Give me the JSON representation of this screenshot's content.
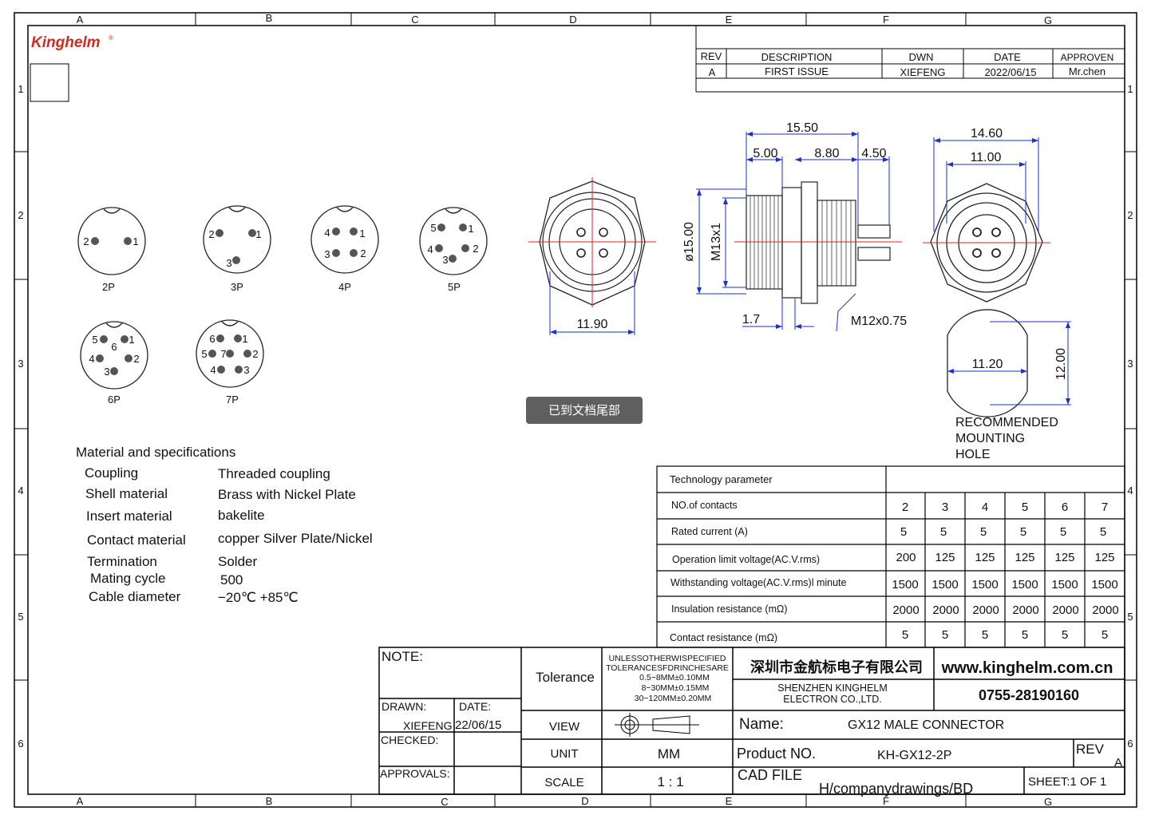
{
  "brand": {
    "logo_text": "Kinghelm",
    "registered": "®"
  },
  "border": {
    "cols_top": [
      "A",
      "B",
      "C",
      "D",
      "E",
      "F",
      "G"
    ],
    "cols_bottom": [
      "A",
      "B",
      "C",
      "D",
      "E",
      "F",
      "G"
    ],
    "rows": [
      "1",
      "2",
      "3",
      "4",
      "5",
      "6"
    ]
  },
  "revision_table": {
    "headers": [
      "REV",
      "DESCRIPTION",
      "DWN",
      "DATE",
      "APPROVEN"
    ],
    "row": [
      "A",
      "FIRST  ISSUE",
      "XIEFENG",
      "2022/06/15",
      "Mr.chen"
    ]
  },
  "pinouts": [
    {
      "label": "2P",
      "pins": [
        "2",
        "1"
      ]
    },
    {
      "label": "3P",
      "pins": [
        "2",
        "1",
        "3"
      ]
    },
    {
      "label": "4P",
      "pins": [
        "4",
        "1",
        "3",
        "2"
      ]
    },
    {
      "label": "5P",
      "pins": [
        "5",
        "1",
        "4",
        "2",
        "3"
      ]
    },
    {
      "label": "6P",
      "pins": [
        "5",
        "6",
        "1",
        "4",
        "2",
        "3"
      ]
    },
    {
      "label": "7P",
      "pins": [
        "6",
        "1",
        "5",
        "7",
        "2",
        "4",
        "3"
      ]
    }
  ],
  "dimensions": {
    "front_width": "11.90",
    "side_total": "15.50",
    "side_a": "5.00",
    "side_b": "8.80",
    "side_c": "4.50",
    "side_dia": "ø15.00",
    "side_thread": "M13x1",
    "side_flange": "1.7",
    "side_nut_thread": "M12x0.75",
    "rear_outer": "14.60",
    "rear_inner": "11.00",
    "hole_width": "11.20",
    "hole_height": "12.00"
  },
  "mounting_hole": [
    "RECOMMENDED",
    "MOUNTING",
    "HOLE"
  ],
  "toast": "已到文档尾部",
  "specs": {
    "title": "Material and specifications",
    "rows": [
      {
        "label": "Coupling",
        "value": "Threaded coupling"
      },
      {
        "label": "Shell material",
        "value": "Brass with Nickel  Plate"
      },
      {
        "label": "Insert material",
        "value": "bakelite"
      },
      {
        "label": "Contact material",
        "value": "copper Silver  Plate/Nickel"
      },
      {
        "label": "Termination",
        "value": "Solder"
      },
      {
        "label": "Mating cycle",
        "value": "500"
      },
      {
        "label": "Cable diameter",
        "value": "−20℃ +85℃"
      }
    ]
  },
  "tech_params": {
    "title": "Technology parameter",
    "rows": [
      {
        "label": "NO.of contacts",
        "values": [
          "2",
          "3",
          "4",
          "5",
          "6",
          "7"
        ]
      },
      {
        "label": "Rated current (A)",
        "values": [
          "5",
          "5",
          "5",
          "5",
          "5",
          "5"
        ]
      },
      {
        "label": "Operation limit voltage(AC.V.rms)",
        "values": [
          "200",
          "125",
          "125",
          "125",
          "125",
          "125"
        ]
      },
      {
        "label": "Withstanding voltage(AC.V.rms)l minute",
        "values": [
          "1500",
          "1500",
          "1500",
          "1500",
          "1500",
          "1500"
        ]
      },
      {
        "label": "Insulation resistance (mΩ)",
        "values": [
          "2000",
          "2000",
          "2000",
          "2000",
          "2000",
          "2000"
        ]
      },
      {
        "label": "Contact resistance (mΩ)",
        "values": [
          "5",
          "5",
          "5",
          "5",
          "5",
          "5"
        ]
      }
    ]
  },
  "title_block": {
    "note": "NOTE:",
    "tolerance_label": "Tolerance",
    "tolerance_lines": [
      "UNLESSOTHERWISPECIFIED",
      "TOLERANCESFDRINCHESARE",
      "0.5−8MM±0.10MM",
      "8−30MM±0.15MM",
      "30−120MM±0.20MM"
    ],
    "company_cn": "深圳市金航标电子有限公司",
    "website": "www.kinghelm.com.cn",
    "company_en_1": "SHENZHEN KINGHELM",
    "company_en_2": "ELECTRON CO.,LTD.",
    "phone": "0755-28190160",
    "drawn_label": "DRAWN:",
    "drawn_value": "XIEFENG",
    "date_label": "DATE:",
    "date_value": "22/06/15",
    "checked_label": "CHECKED:",
    "approvals_label": "APPROVALS:",
    "view_label": "VIEW",
    "unit_label": "UNIT",
    "unit_value": "MM",
    "scale_label": "SCALE",
    "scale_value": "1  :  1",
    "name_label": "Name:",
    "name_value": "GX12  MALE  CONNECTOR",
    "product_label": "Product  NO.",
    "product_value": "KH-GX12-2P",
    "rev_label": "REV",
    "rev_value": "A",
    "cad_label": "CAD  FILE",
    "cad_value": "H/companydrawings/BD",
    "sheet": "SHEET:1  OF  1"
  },
  "colors": {
    "dimension": "#1a2fd6",
    "centerline": "#e02020",
    "logo": "#d42a1e",
    "toast_bg": "#5f5f5f"
  }
}
